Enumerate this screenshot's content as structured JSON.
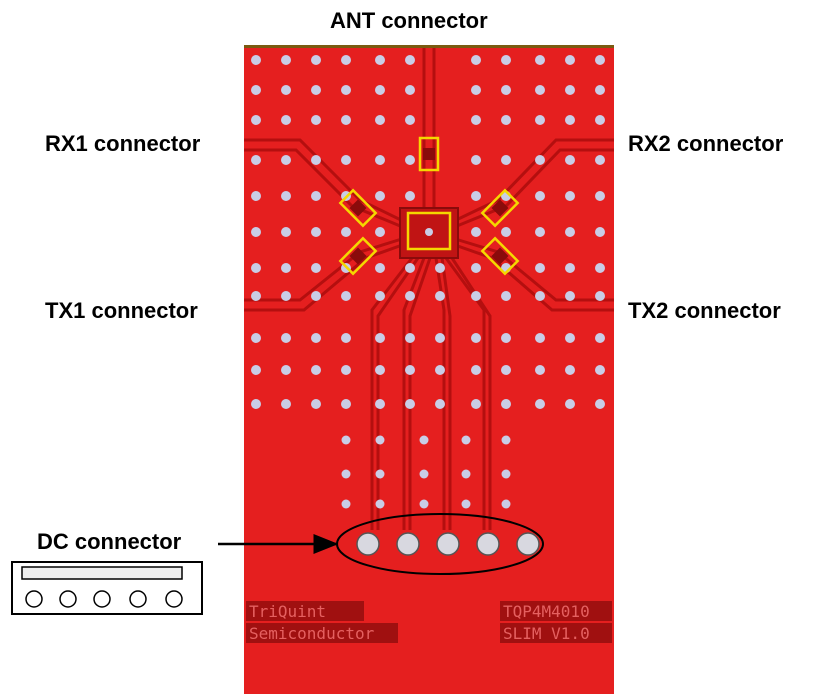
{
  "labels": {
    "ant": "ANT connector",
    "rx1": "RX1 connector",
    "rx2": "RX2 connector",
    "tx1": "TX1 connector",
    "tx2": "TX2 connector",
    "dc": "DC connector"
  },
  "board": {
    "vendor_line1": "TriQuint",
    "vendor_line2": "Semiconductor",
    "part_line1": "TQP4M4010",
    "part_line2": "SLIM V1.0"
  },
  "colors": {
    "board": "#e51f1f",
    "trace": "#b40f0f",
    "via": "#c9cde6",
    "highlight": "#f5d800",
    "silk_bg": "#a01010",
    "silk_text": "#e56060"
  }
}
